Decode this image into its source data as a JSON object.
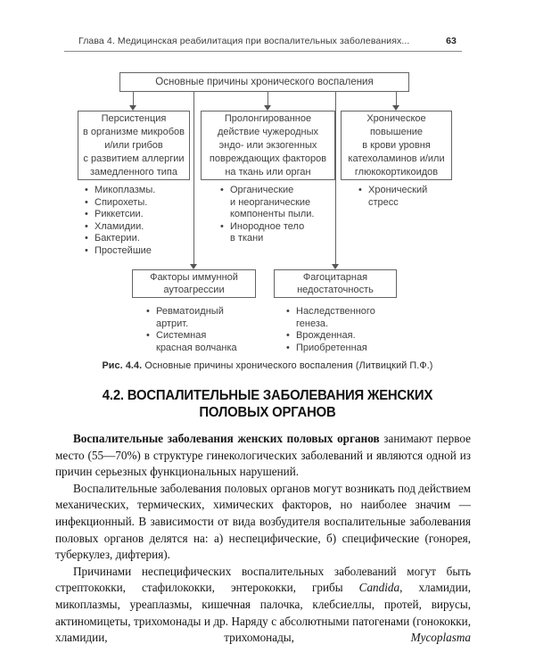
{
  "page_header": {
    "running_title": "Глава 4. Медицинская реабилитация при воспалительных заболеваниях...",
    "page_number": "63"
  },
  "figure": {
    "root_box": "Основные причины хронического воспаления",
    "branches": [
      {
        "box": [
          "Персистенция",
          "в организме микробов",
          "и/или грибов",
          "с развитием аллергии",
          "замедленного типа"
        ],
        "bullets": [
          "Микоплазмы.",
          "Спирохеты.",
          "Риккетсии.",
          "Хламидии.",
          "Бактерии.",
          "Простейшие"
        ]
      },
      {
        "box": [
          "Пролонгированное",
          "действие чужеродных",
          "эндо- или экзогенных",
          "повреждающих факторов",
          "на ткань или орган"
        ],
        "bullets": [
          [
            "Органические",
            "и неорганические",
            "компоненты пыли."
          ],
          [
            "Инородное тело",
            "в ткани"
          ]
        ]
      },
      {
        "box": [
          "Хроническое",
          "повышение",
          "в крови уровня",
          "катехоламинов и/или",
          "глюкокортикоидов"
        ],
        "bullets": [
          [
            "Хронический",
            "стресс"
          ]
        ]
      }
    ],
    "sub_branches": [
      {
        "box": [
          "Факторы иммунной",
          "аутоагрессии"
        ],
        "bullets": [
          [
            "Ревматоидный",
            "артрит."
          ],
          [
            "Системная",
            "красная волчанка"
          ]
        ]
      },
      {
        "box": [
          "Фагоцитарная",
          "недостаточность"
        ],
        "bullets": [
          [
            "Наследственного",
            "генеза."
          ],
          "Врожденная.",
          "Приобретенная"
        ]
      }
    ],
    "caption_label": "Рис. 4.4.",
    "caption_text": " Основные причины хронического воспаления (Литвицкий П.Ф.)"
  },
  "section": {
    "heading": [
      "4.2. ВОСПАЛИТЕЛЬНЫЕ ЗАБОЛЕВАНИЯ ЖЕНСКИХ",
      "ПОЛОВЫХ ОРГАНОВ"
    ]
  },
  "body": {
    "p1_bold": "Воспалительные заболевания женских половых органов",
    "p1_rest": " занимают пер­вое место (55—70%) в структуре гинекологических заболеваний и явля­ются одной из причин серьезных функциональных нарушений.",
    "p2": "Воспалительные заболевания половых органов могут возникать под действием механических, термических, химических факторов, но наи­более значим — инфекционный. В зависимости от вида возбудителя воспалительные заболевания половых органов делятся на: а) неспе­цифические, б) специфические (гонорея, туберкулез, дифтерия).",
    "p3_start": "Причинами неспецифических воспалительных заболеваний мо­гут быть стрептококки, стафилококки, энтерококки, грибы ",
    "p3_italic1": "Candida",
    "p3_mid": ", хламидии, микоплазмы, уреаплазмы, кишечная палочка, клебсиеллы, протей, вирусы, актиномицеты, трихомонады и др. Наряду с абсолют­ными патогенами (гонококки, хламидии, трихомонады, ",
    "p3_italic2": "Mycoplasma"
  }
}
